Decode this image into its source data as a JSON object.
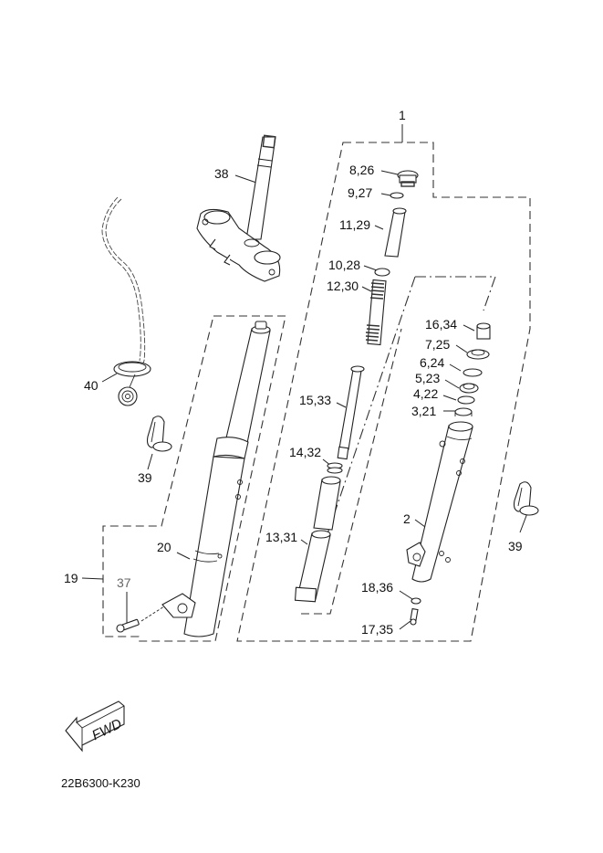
{
  "diagram": {
    "title_code": "22B6300-K230",
    "fwd_indicator": "FWD",
    "labels": {
      "p1": "1",
      "p2": "2",
      "p3_21": "3,21",
      "p4_22": "4,22",
      "p5_23": "5,23",
      "p6_24": "6,24",
      "p7_25": "7,25",
      "p8_26": "8,26",
      "p9_27": "9,27",
      "p10_28": "10,28",
      "p11_29": "11,29",
      "p12_30": "12,30",
      "p13_31": "13,31",
      "p14_32": "14,32",
      "p15_33": "15,33",
      "p16_34": "16,34",
      "p17_35": "17,35",
      "p18_36": "18,36",
      "p19": "19",
      "p20": "20",
      "p37": "37",
      "p38": "38",
      "p39_left": "39",
      "p39_right": "39",
      "p40": "40"
    }
  }
}
